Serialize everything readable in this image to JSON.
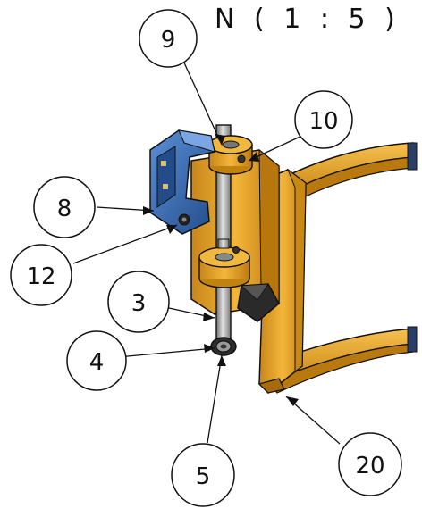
{
  "view": {
    "title": "N ( 1 : 5 )"
  },
  "balloons": [
    {
      "id": "b9",
      "label": "9"
    },
    {
      "id": "b10",
      "label": "10"
    },
    {
      "id": "b8",
      "label": "8"
    },
    {
      "id": "b12",
      "label": "12"
    },
    {
      "id": "b3",
      "label": "3"
    },
    {
      "id": "b4",
      "label": "4"
    },
    {
      "id": "b5",
      "label": "5"
    },
    {
      "id": "b20",
      "label": "20"
    }
  ],
  "colors": {
    "frame": "#E8A21C",
    "frame_shadow": "#B8770E",
    "bracket": "#3B6FB8",
    "bracket_dark": "#234F8F",
    "shaft": "#9E9E9E",
    "block": "#2A2A2A",
    "line": "#111111"
  }
}
